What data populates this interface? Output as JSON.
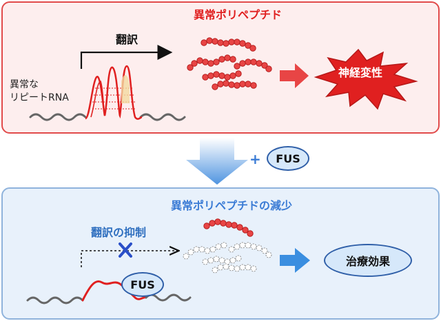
{
  "top_panel": {
    "title": "異常ポリペプチド",
    "translation_label": "翻訳",
    "rna_label_line1": "異常な",
    "rna_label_line2": "リピートRNA",
    "outcome_label": "神経変性"
  },
  "middle": {
    "plus_symbol": "+",
    "fus_label": "FUS"
  },
  "bottom_panel": {
    "title": "異常ポリペプチドの減少",
    "suppression_label": "翻訳の抑制",
    "fus_label": "FUS",
    "outcome_label": "治療効果"
  },
  "colors": {
    "red": "#e02020",
    "blue": "#3a7bd5",
    "bead_red": "#e84545",
    "arrow_blue": "#3a8ee0"
  }
}
